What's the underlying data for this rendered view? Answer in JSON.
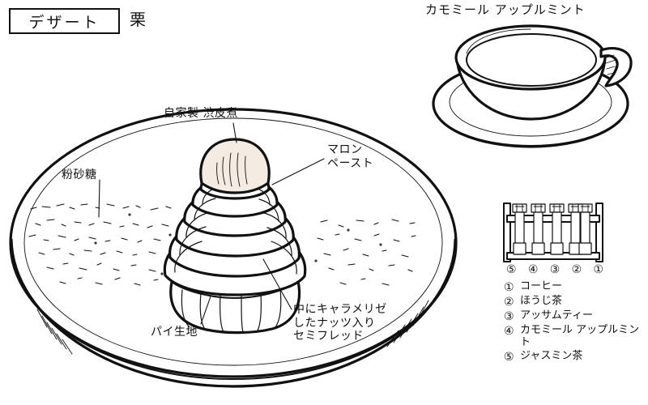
{
  "header": {
    "category_box_label": "デザート",
    "category_sub_label": "栗"
  },
  "drink": {
    "title": "カモミール アップルミント"
  },
  "dessert_callouts": [
    {
      "name": "shibukawani",
      "text": "自家製 渋皮煮"
    },
    {
      "name": "marron-paste",
      "text": "マロン\nペースト"
    },
    {
      "name": "powdered-sugar",
      "text": "粉砂糖"
    },
    {
      "name": "pie-crust",
      "text": "パイ生地"
    },
    {
      "name": "semifreddo",
      "text": "中にキャラメリゼ\nしたナッツ入り\nセミフレッド"
    }
  ],
  "rack": {
    "canister_numbers": [
      "⑤",
      "④",
      "③",
      "②",
      "①"
    ],
    "canister_count": 5
  },
  "legend": {
    "items": [
      {
        "num": "①",
        "label": "コーヒー"
      },
      {
        "num": "②",
        "label": "ほうじ茶"
      },
      {
        "num": "③",
        "label": "アッサムティー"
      },
      {
        "num": "④",
        "label": "カモミール\n  アップルミント"
      },
      {
        "num": "⑤",
        "label": "ジャスミン茶"
      }
    ]
  },
  "colors": {
    "ink": "#111111",
    "paper": "#ffffff",
    "chestnut_fill": "#f4ece2"
  }
}
